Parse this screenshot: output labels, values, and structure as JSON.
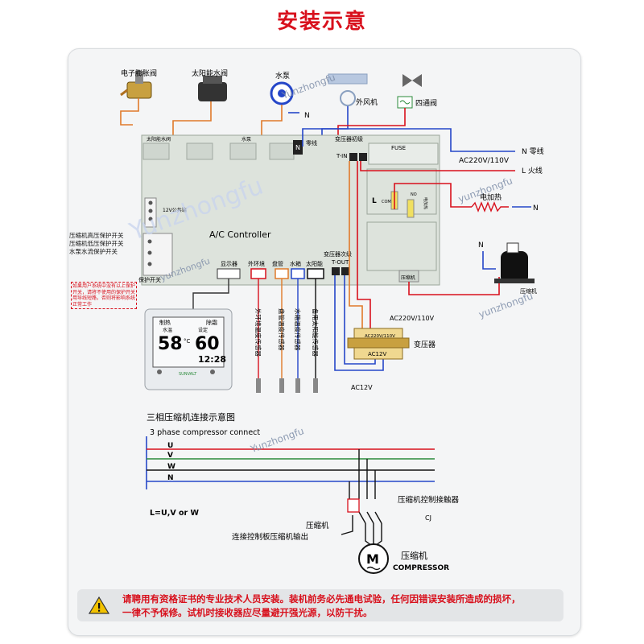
{
  "header": {
    "title": "安装示意"
  },
  "watermark": "Yunzhongfu",
  "watermark_small": "yunzhongfu",
  "top_components": {
    "expansion_valve": "电子膨胀阀",
    "solar_valve": "太阳能水阀",
    "pump": "水泵",
    "outer_fan": "外风机",
    "four_way_valve": "四通阀",
    "n": "N"
  },
  "board": {
    "title": "A/C Controller",
    "solar_valve_label": "太阳能水阀",
    "water_pump_label": "水泵",
    "neutral_label": "零线",
    "transformer_primary": "变压器初级",
    "tin": "T-IN",
    "fuse": "FUSE",
    "power_label": "AC220V/110V",
    "com": "COM",
    "no": "NO",
    "heater_relay": "电加热",
    "compressor_relay": "压缩机",
    "l": "L",
    "n": "N",
    "common_12v": "12V公共端",
    "hp_switch": "压缩机高压保护开关",
    "lp_switch": "压缩机低压保护开关",
    "flow_switch": "水泵水流保护开关",
    "protect_switch": "保护开关",
    "note": "如果用户系统中没有以上保护开关，请将不使用的保护开关用导线短路，否则将影响系统正常工作",
    "display_port": "显示器",
    "outer_coil": "外环境",
    "coil_tube": "盘管",
    "tank": "水箱",
    "solar": "太阳能",
    "transformer_secondary": "变压器次级",
    "tout": "T-OUT"
  },
  "power": {
    "neutral": "N 零线",
    "live": "L 火线",
    "heater": "电加热",
    "n": "N"
  },
  "sensors": {
    "s1": "外环境温度传感器",
    "s2": "盘管温度传感器",
    "s3": "水箱温度传感器",
    "s4": "备用太阳能传感器"
  },
  "transformer": {
    "ac_in": "AC220V/110V",
    "ac_in_box": "AC220V/110V",
    "ac_out_box": "AC12V",
    "ac_out": "AC12V",
    "name": "变压器",
    "compressor_label": "压缩机"
  },
  "display": {
    "mode_heat": "制热",
    "mode_defrost": "除霜",
    "water_temp_label": "水温",
    "set_label": "设定",
    "water_temp": "58",
    "set_temp": "60",
    "time": "12:28",
    "unit": "°C",
    "brand": "SUNVALT"
  },
  "three_phase": {
    "title_cn": "三相压缩机连接示意图",
    "title_en": "3 phase compressor connect",
    "u": "U",
    "v": "V",
    "w": "W",
    "n": "N",
    "legend": "L=U,V or W",
    "contactor": "压缩机控制接触器",
    "cj": "CJ",
    "compressor": "压缩机",
    "output_label": "连接控制板压缩机输出",
    "motor": "M",
    "motor_cn": "压缩机",
    "motor_en": "COMPRESSOR"
  },
  "warning": {
    "line1": "请聘用有资格证书的专业技术人员安装。装机前务必先通电试验，任何因错误安装所造成的损坏，",
    "line2": "一律不予保修。试机时接收器应尽量避开强光源，以防干扰。"
  },
  "colors": {
    "title_red": "#d8101c",
    "wire_blue": "#2546c8",
    "wire_orange": "#e07a2a",
    "wire_red": "#d8101c",
    "board_bg": "#dde3dc"
  }
}
